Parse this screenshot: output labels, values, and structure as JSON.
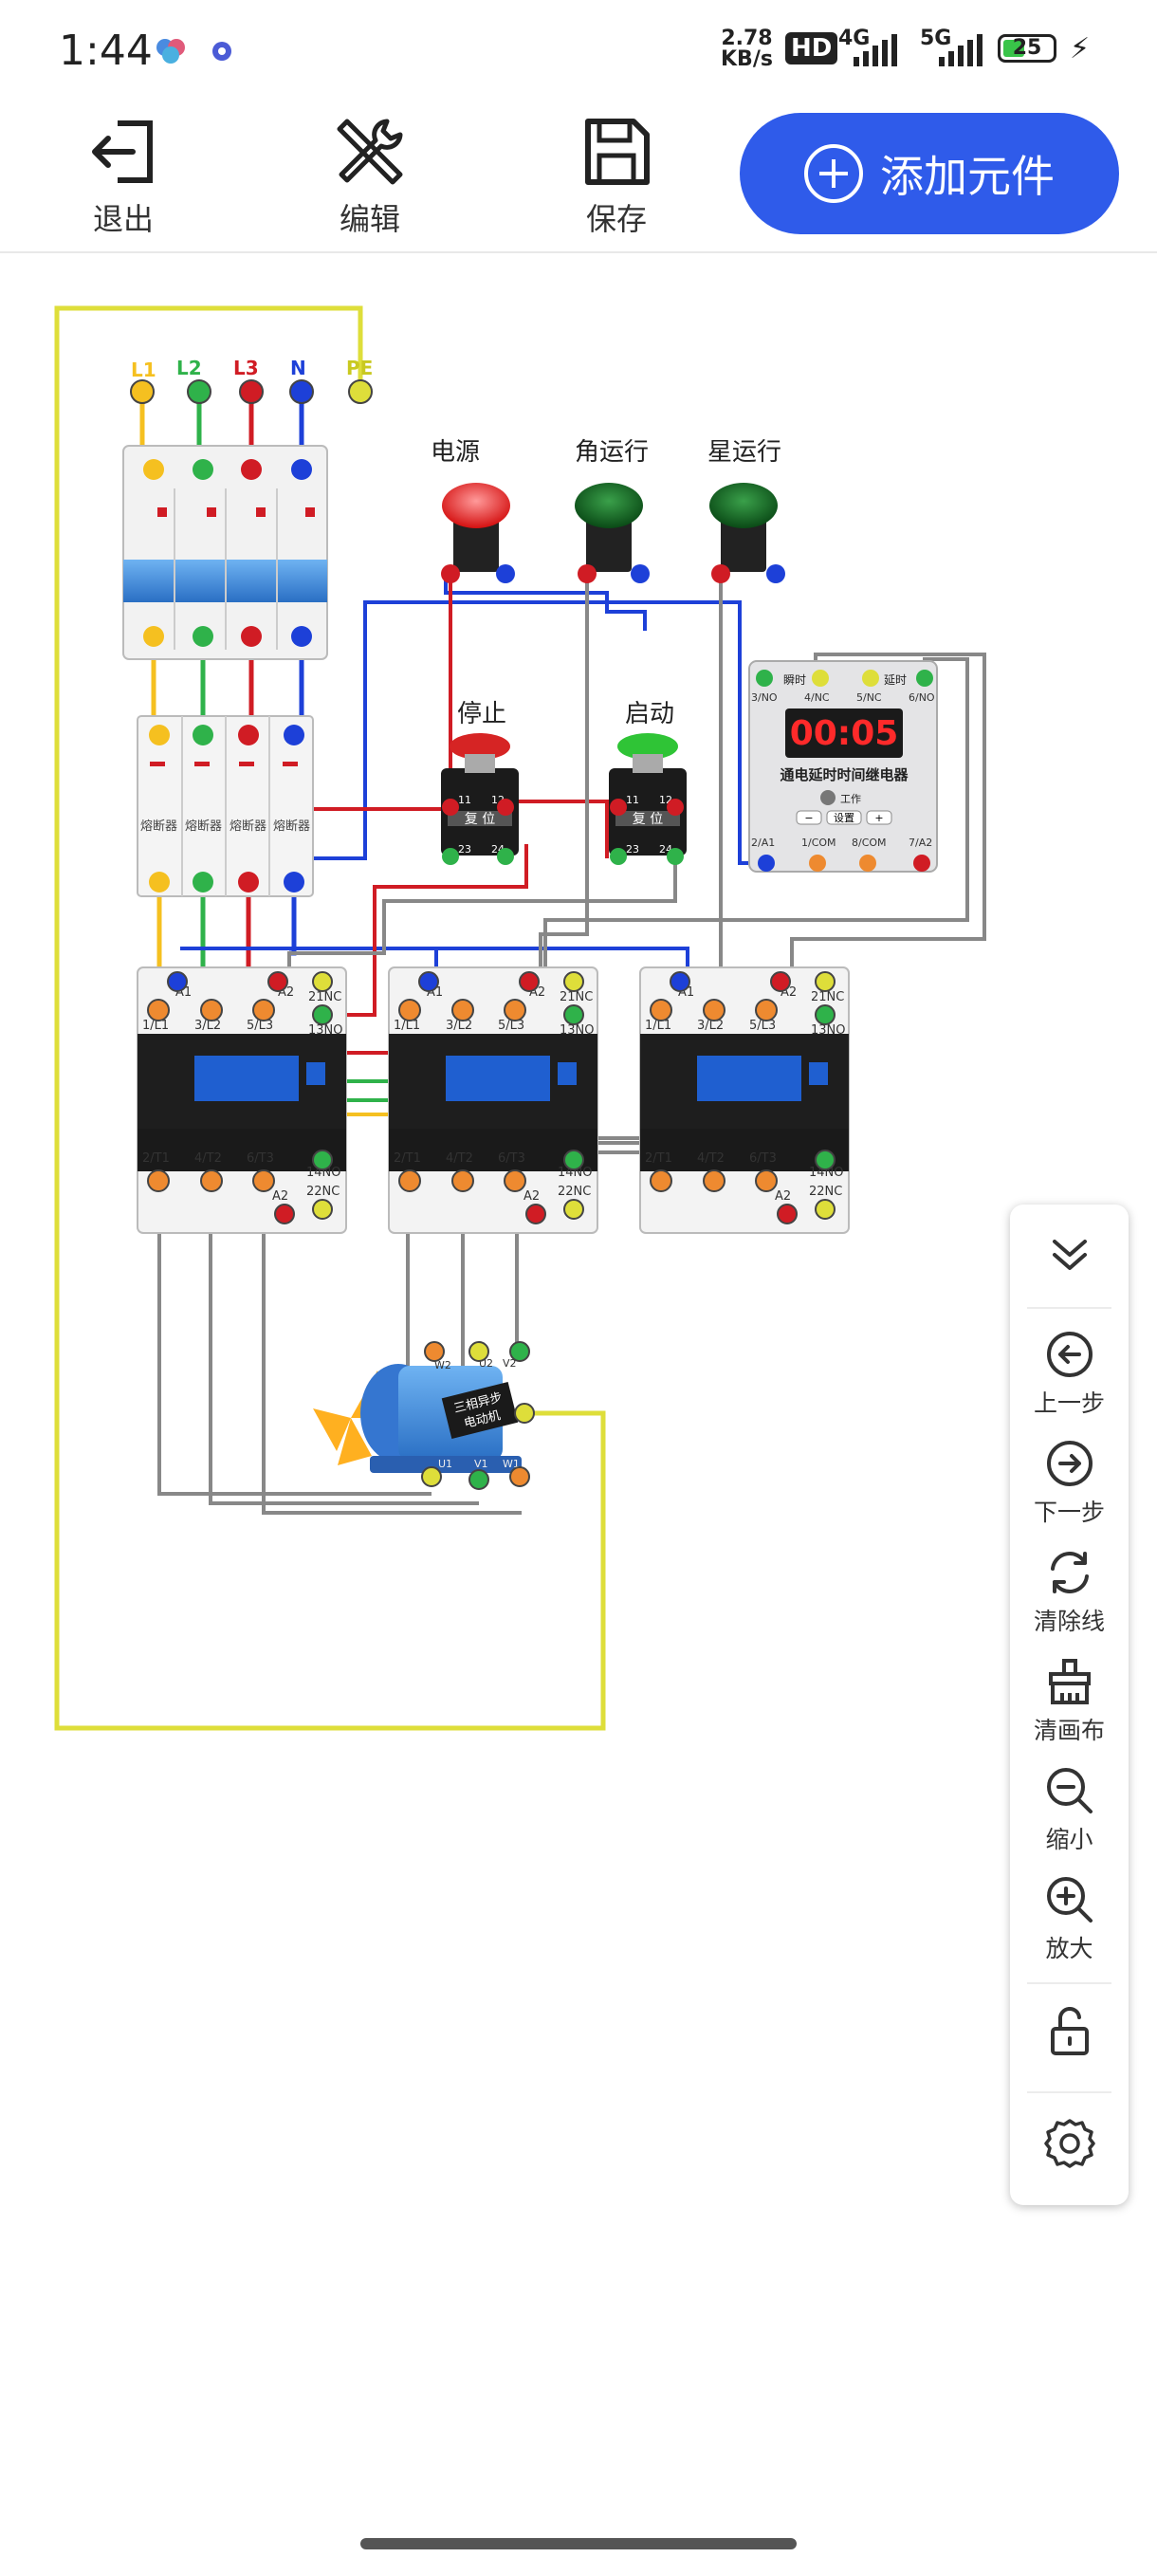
{
  "status": {
    "time": "1:44",
    "speed_value": "2.78",
    "speed_unit": "KB/s",
    "hd": "HD",
    "net1": "4G",
    "net2": "5G",
    "battery": "25"
  },
  "toolbar": {
    "exit": "退出",
    "edit": "编辑",
    "save": "保存",
    "add": "添加元件"
  },
  "circuit": {
    "terminals": [
      "L1",
      "L2",
      "L3",
      "N",
      "PE"
    ],
    "lamps": [
      "电源",
      "角运行",
      "星运行"
    ],
    "stop_label": "停止",
    "start_label": "启动",
    "reset": "复 位",
    "btn_terms": [
      "11",
      "12",
      "23",
      "24"
    ],
    "fuse": "熔断器",
    "timer": {
      "display": "00:05",
      "title": "通电延时时间继电器",
      "top_terms": [
        "3/NO",
        "4/NC",
        "5/NC",
        "6/NO"
      ],
      "top_labels": [
        "瞬时",
        "延时"
      ],
      "bottom_terms": [
        "2/A1",
        "1/COM",
        "8/COM",
        "7/A2"
      ],
      "work": "工作",
      "minus": "−",
      "set": "设置",
      "plus": "+"
    },
    "contactor": {
      "top": [
        "A1",
        "1/L1",
        "3/L2",
        "5/L3",
        "A2"
      ],
      "aux_top": "21NC",
      "aux_top2": "13NO",
      "bottom": [
        "2/T1",
        "4/T2",
        "6/T3"
      ],
      "aux_bottom": "14NO",
      "aux_bottom2": "22NC",
      "a2": "A2",
      "nc13": "13NO"
    },
    "motor": {
      "label_line1": "三相异步",
      "label_line2": "电动机",
      "top_terms": [
        "W2",
        "U2",
        "V2"
      ],
      "bottom_terms": [
        "U1",
        "V1",
        "W1"
      ]
    }
  },
  "side": {
    "prev": "上一步",
    "next": "下一步",
    "clear_wire": "清除线",
    "clear_canvas": "清画布",
    "zoom_out": "缩小",
    "zoom_in": "放大"
  }
}
